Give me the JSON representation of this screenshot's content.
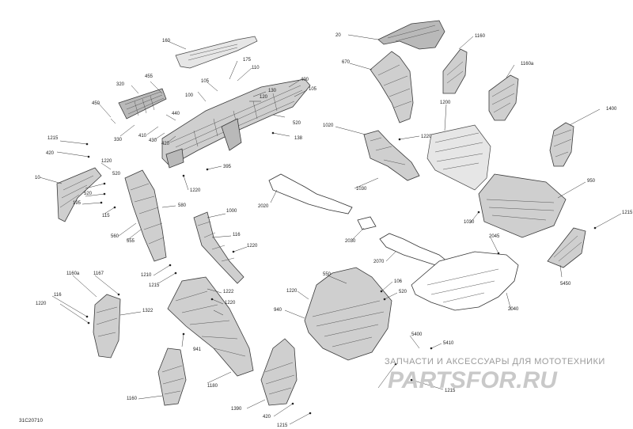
{
  "diagram_code": "31C20710",
  "watermark": {
    "caption": "ЗАПЧАСТИ И АКСЕССУАРЫ ДЛЯ МОТОТЕХНИКИ",
    "logo": "PARTSFOR.RU"
  },
  "callouts": [
    "160",
    "175",
    "110",
    "130",
    "120",
    "400",
    "105",
    "520",
    "455",
    "320",
    "450",
    "330",
    "440",
    "410",
    "430",
    "420",
    "138",
    "100",
    "105",
    "1215",
    "420",
    "1220",
    "520",
    "520",
    "10",
    "195",
    "115",
    "560",
    "555",
    "580",
    "395",
    "1220",
    "20",
    "670",
    "1160",
    "1160a",
    "1200",
    "1400",
    "1020",
    "1220",
    "1030",
    "950",
    "1215",
    "2020",
    "1000",
    "116",
    "1220",
    "2030",
    "2070",
    "2040",
    "2045",
    "1030",
    "5450",
    "1210",
    "1215",
    "1160a",
    "1167",
    "116",
    "1220",
    "1322",
    "1222",
    "1220",
    "941",
    "1180",
    "1160",
    "1220",
    "550",
    "106",
    "520",
    "940",
    "5400",
    "5410",
    "1215",
    "1390",
    "420",
    "1215"
  ],
  "colors": {
    "line": "#333333",
    "part_fill": "#cfcfcf",
    "watermark": "#9a9a9a"
  }
}
